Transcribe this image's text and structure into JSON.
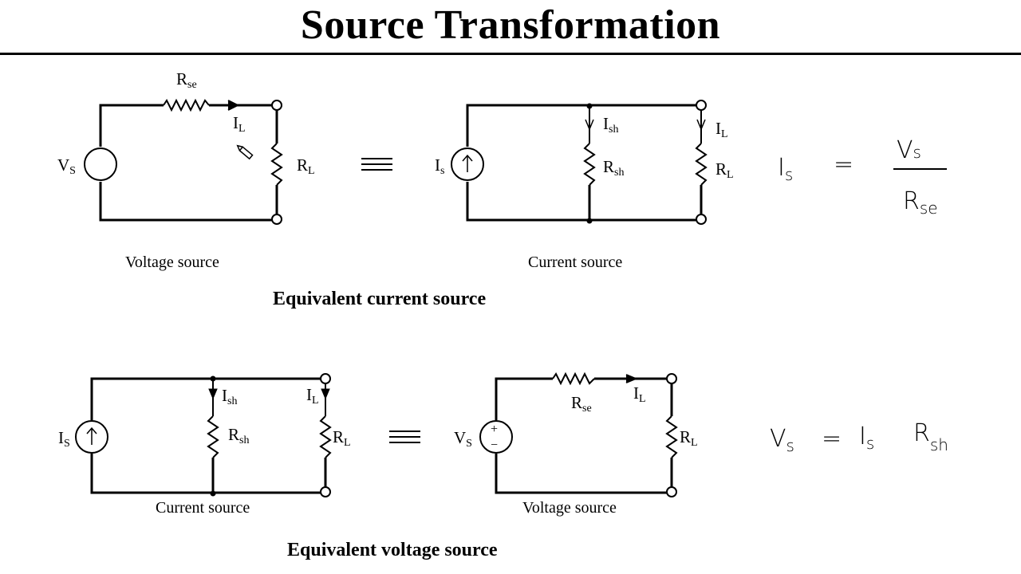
{
  "title": "Source Transformation",
  "section1": {
    "heading": "Equivalent current source",
    "left_circuit": {
      "caption": "Voltage source",
      "source": {
        "main": "V",
        "sub": "S"
      },
      "series_resistor": {
        "main": "R",
        "sub": "se"
      },
      "load_current": {
        "main": "I",
        "sub": "L"
      },
      "load_resistor": {
        "main": "R",
        "sub": "L"
      }
    },
    "equivalence": "≡",
    "right_circuit": {
      "caption": "Current source",
      "source": {
        "main": "I",
        "sub": "s"
      },
      "shunt_current": {
        "main": "I",
        "sub": "sh"
      },
      "shunt_resistor": {
        "main": "R",
        "sub": "sh"
      },
      "load_current": {
        "main": "I",
        "sub": "L"
      },
      "load_resistor": {
        "main": "R",
        "sub": "L"
      }
    },
    "formula": {
      "lhs_main": "I",
      "lhs_sub": "s",
      "eq": "=",
      "num_main": "V",
      "num_sub": "s",
      "den_main": "R",
      "den_sub": "se"
    }
  },
  "section2": {
    "heading": "Equivalent voltage source",
    "left_circuit": {
      "caption": "Current source",
      "source": {
        "main": "I",
        "sub": "S"
      },
      "shunt_current": {
        "main": "I",
        "sub": "sh"
      },
      "shunt_resistor": {
        "main": "R",
        "sub": "sh"
      },
      "load_current": {
        "main": "I",
        "sub": "L"
      },
      "load_resistor": {
        "main": "R",
        "sub": "L"
      }
    },
    "equivalence": "≡",
    "right_circuit": {
      "caption": "Voltage source",
      "source": {
        "main": "V",
        "sub": "S",
        "plus": "+",
        "minus": "−"
      },
      "series_resistor": {
        "main": "R",
        "sub": "se"
      },
      "load_current": {
        "main": "I",
        "sub": "L"
      },
      "load_resistor": {
        "main": "R",
        "sub": "L"
      }
    },
    "formula": {
      "lhs_main": "V",
      "lhs_sub": "s",
      "eq": "=",
      "r1_main": "I",
      "r1_sub": "s",
      "r2_main": "R",
      "r2_sub": "sh"
    }
  }
}
